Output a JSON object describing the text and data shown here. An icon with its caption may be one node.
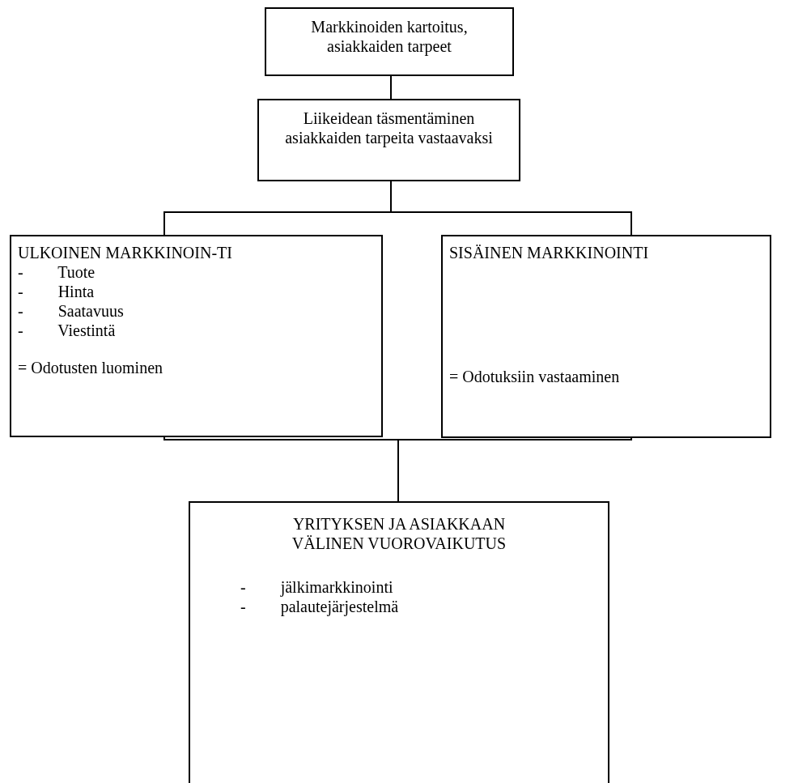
{
  "diagram": {
    "nodes": [
      {
        "text": [
          "Markkinoiden kartoitus, asiakkaiden tarpeet"
        ]
      },
      {
        "text": [
          "Liikeidean täsmentäminen asiakkaiden tarpeita vastaavaksi"
        ]
      },
      {
        "text": [
          "ULKOINEN MARKKINOIN-TI",
          "- Tuote",
          "- Hinta",
          "- Saatavuus",
          "- Viestintä",
          "= Odotusten luominen"
        ]
      },
      {
        "text": [
          "SISÄINEN MARKKINOINTI",
          "= Odotuksiin vastaaminen"
        ]
      },
      {
        "text": [
          "YRITYKSEN JA ASIAKKAAN VÄLINEN VUOROVAIKUTUS",
          "- jälkimarkkinointi",
          "- palautejärjestelmä"
        ]
      }
    ],
    "edges": [
      {
        "from": 0,
        "to": 1,
        "arrow": "none"
      },
      {
        "from": 1,
        "to": 2,
        "arrow": "none"
      },
      {
        "from": 1,
        "to": 3,
        "arrow": "none"
      },
      {
        "from": 2,
        "to": 4,
        "arrow": "none"
      },
      {
        "from": 3,
        "to": 4,
        "arrow": "none"
      }
    ]
  }
}
